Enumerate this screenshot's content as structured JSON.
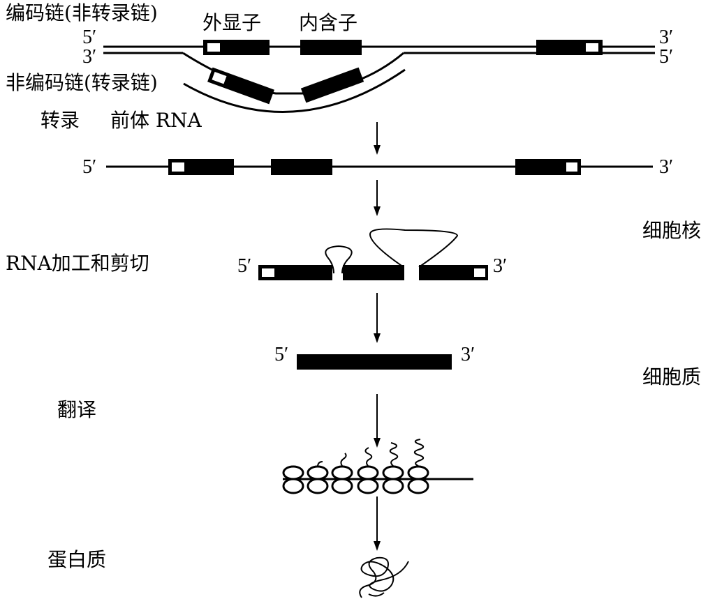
{
  "labels": {
    "coding_strand": "编码链(非转录链)",
    "exon": "外显子",
    "intron": "内含子",
    "noncoding_strand": "非编码链(转录链)",
    "transcription": "转录",
    "pre_rna": "前体 RNA",
    "nucleus": "细胞核",
    "processing": "RNA加工和剪切",
    "cytoplasm": "细胞质",
    "translation": "翻译",
    "protein": "蛋白质",
    "five_prime": "5′",
    "three_prime": "3′"
  }
}
